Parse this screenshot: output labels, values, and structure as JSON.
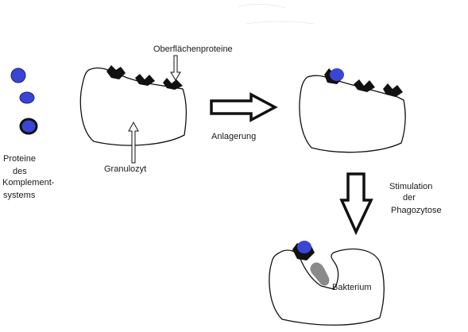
{
  "labels": {
    "surface_proteins": "Oberflächenproteine",
    "granulocyte": "Granulozyt",
    "attachment": "Anlagerung",
    "stimulation_1": "Stimulation",
    "stimulation_2": "der",
    "stimulation_3": "Phagozytose",
    "bacterium": "Bakterium",
    "complement_1": "Proteine",
    "complement_2": "des",
    "complement_3": "Komplement-",
    "complement_4": "systems"
  },
  "colors": {
    "complement_protein": "#3a45d6",
    "surface_protein": "#111111",
    "bacterium": "#8a8a8a",
    "outline": "#111111",
    "background": "#ffffff"
  },
  "icons": {
    "process_arrow": "hollow-block-arrow",
    "pointer_arrow": "hollow-thin-arrow"
  }
}
